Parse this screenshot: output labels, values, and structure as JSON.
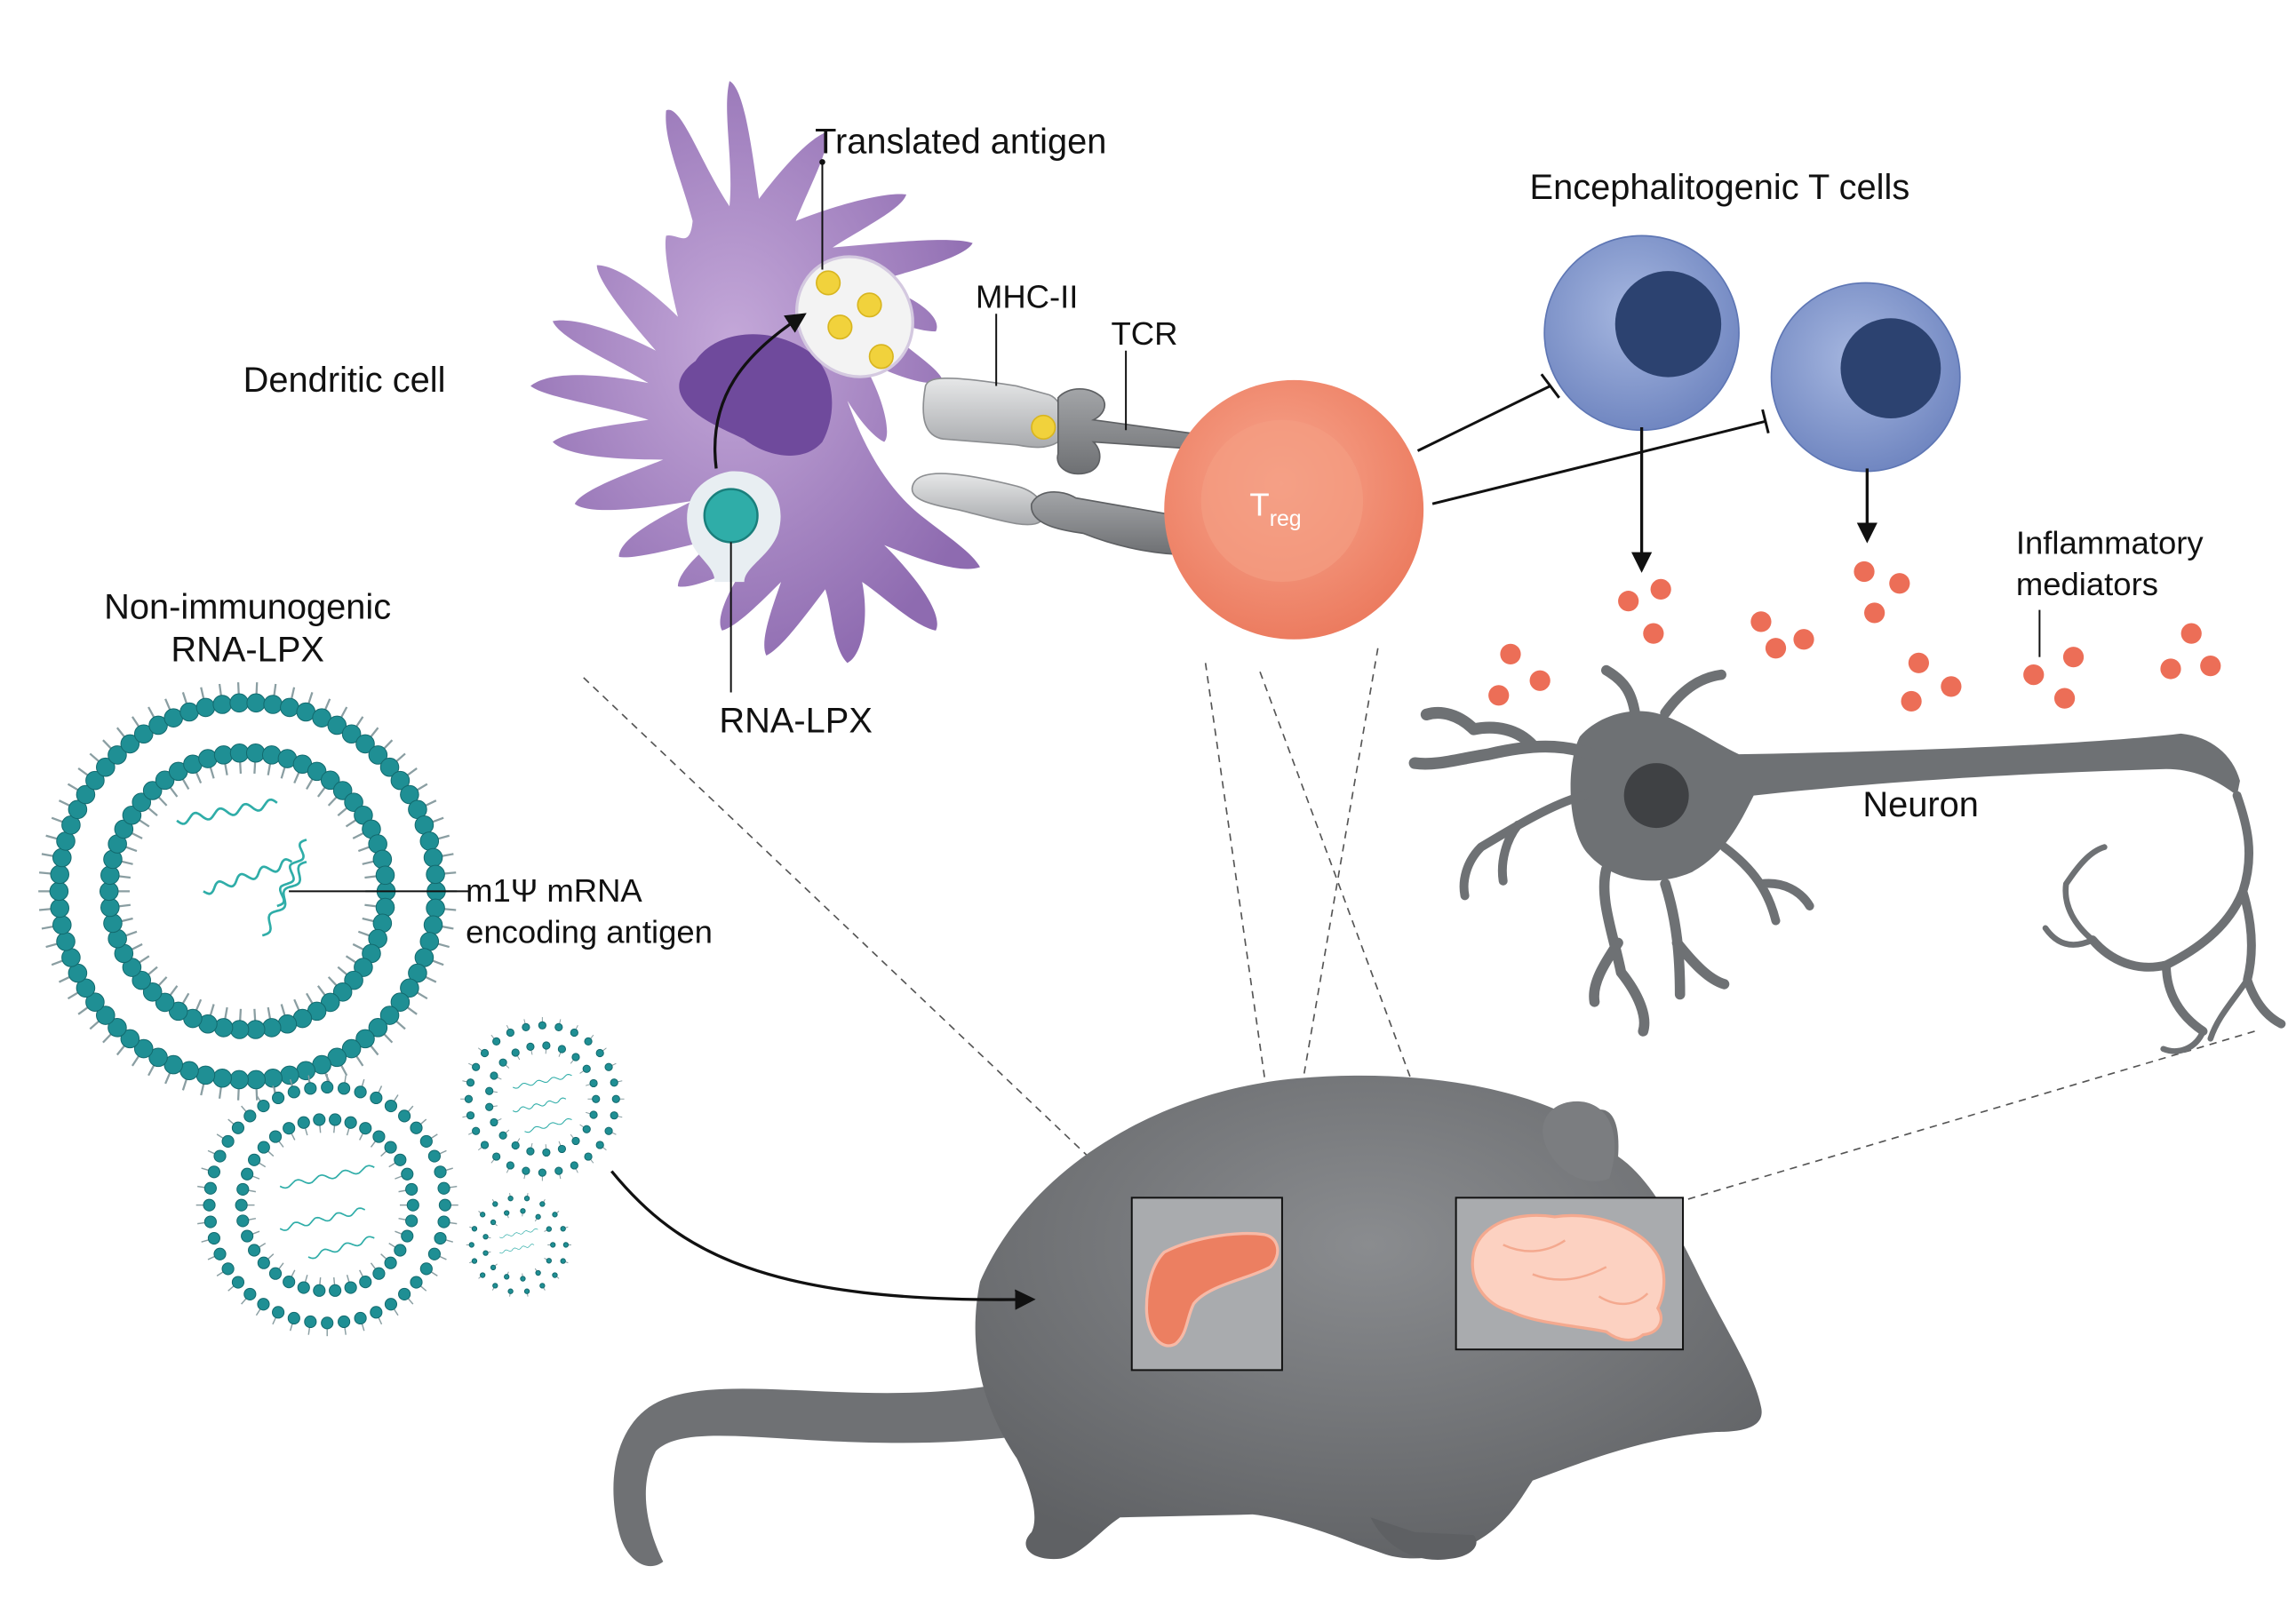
{
  "labels": {
    "translated_antigen": "Translated antigen",
    "mhc_ii": "MHC-II",
    "tcr": "TCR",
    "dendritic_cell": "Dendritic cell",
    "rna_lpx": "RNA-LPX",
    "treg_main": "T",
    "treg_sub": "reg",
    "encephalitogenic": "Encephalitogenic T cells",
    "inflammatory_1": "Inflammatory",
    "inflammatory_2": "mediators",
    "neuron": "Neuron",
    "non_immuno_1": "Non-immunogenic",
    "non_immuno_2": "RNA-LPX",
    "mrna_1": "m1Ψ mRNA",
    "mrna_2": "encoding antigen"
  },
  "colors": {
    "dendritic": "#9a78b8",
    "dendritic_nucleus": "#6f4a9c",
    "treg": "#f08a70",
    "t_cell": "#8097cc",
    "t_cell_nucleus": "#2c4270",
    "lipid": "#1f8f94",
    "neuron": "#6e7174",
    "mouse": "#6f7174",
    "mediator": "#ec6e57",
    "antigen": "#f1d23c"
  }
}
